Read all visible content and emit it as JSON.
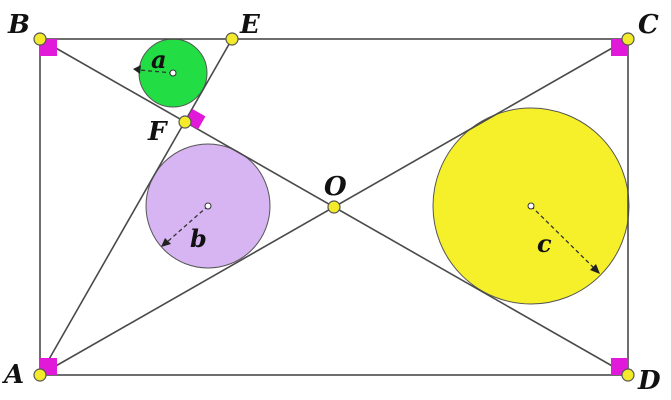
{
  "diagram": {
    "colors": {
      "line": "#4a4a4a",
      "point_fill": "#f2ea2a",
      "right_angle": "#e01ad8",
      "circle_a": "#22dd44",
      "circle_b": "#d7b5f2",
      "circle_c": "#f6f02a"
    },
    "points": {
      "A": "A",
      "B": "B",
      "C": "C",
      "D": "D",
      "E": "E",
      "F": "F",
      "O": "O"
    },
    "radii": {
      "a": "a",
      "b": "b",
      "c": "c"
    }
  }
}
